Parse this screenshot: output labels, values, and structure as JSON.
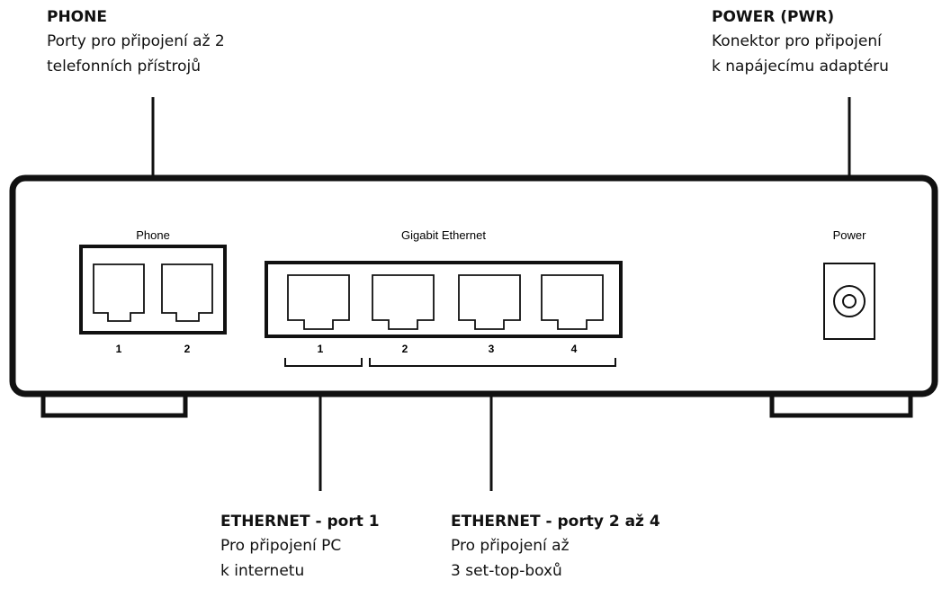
{
  "callouts": {
    "phone": {
      "title": "PHONE",
      "lines": [
        "Porty pro připojení až 2",
        "telefonních přístrojů"
      ]
    },
    "power": {
      "title": "POWER (PWR)",
      "lines": [
        "Konektor pro připojení",
        "k napájecímu adaptéru"
      ]
    },
    "ethernet_port1": {
      "title": "ETHERNET - port 1",
      "lines": [
        "Pro připojení PC",
        "k internetu"
      ]
    },
    "ethernet_ports2_4": {
      "title": "ETHERNET - porty 2 až 4",
      "lines": [
        "Pro připojení až",
        "3 set-top-boxů"
      ]
    }
  },
  "device": {
    "phone_group_label": "Phone",
    "phone_ports": [
      "1",
      "2"
    ],
    "ethernet_group_label": "Gigabit Ethernet",
    "ethernet_ports": [
      "1",
      "2",
      "3",
      "4"
    ],
    "power_label": "Power"
  }
}
